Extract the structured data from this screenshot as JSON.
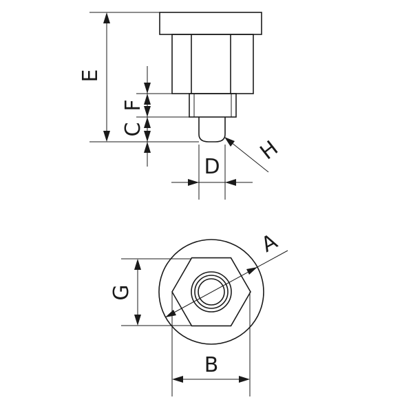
{
  "drawing": {
    "labels": {
      "A": "A",
      "B": "B",
      "C": "C",
      "D": "D",
      "E": "E",
      "F": "F",
      "G": "G",
      "H": "H"
    },
    "colors": {
      "line": "#1a1a1a",
      "background": "#ffffff"
    }
  }
}
